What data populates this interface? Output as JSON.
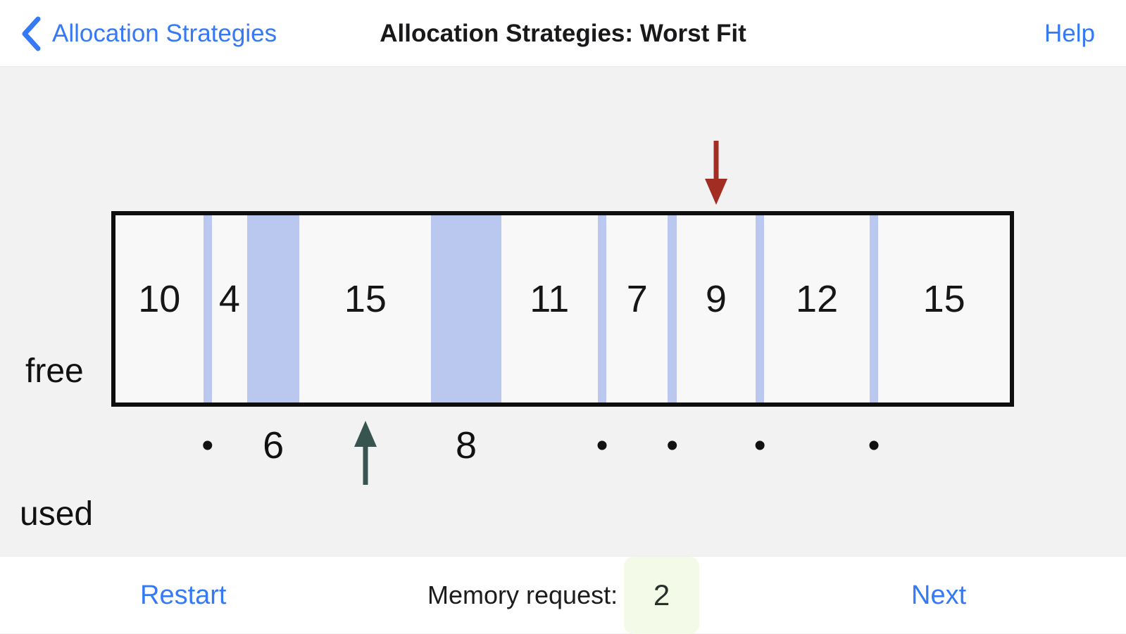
{
  "nav": {
    "back_label": "Allocation Strategies",
    "title": "Allocation Strategies: Worst Fit",
    "help_label": "Help"
  },
  "diagram": {
    "free_row_label": "free",
    "used_row_label": "used",
    "segments": [
      {
        "type": "free",
        "size": 10,
        "label": "10"
      },
      {
        "type": "used",
        "size": 1,
        "label": "•"
      },
      {
        "type": "free",
        "size": 4,
        "label": "4"
      },
      {
        "type": "used",
        "size": 6,
        "label": "6"
      },
      {
        "type": "free",
        "size": 15,
        "label": "15"
      },
      {
        "type": "used",
        "size": 8,
        "label": "8"
      },
      {
        "type": "free",
        "size": 11,
        "label": "11"
      },
      {
        "type": "used",
        "size": 1,
        "label": "•"
      },
      {
        "type": "free",
        "size": 7,
        "label": "7"
      },
      {
        "type": "used",
        "size": 1,
        "label": "•"
      },
      {
        "type": "free",
        "size": 9,
        "label": "9"
      },
      {
        "type": "used",
        "size": 1,
        "label": "•"
      },
      {
        "type": "free",
        "size": 12,
        "label": "12"
      },
      {
        "type": "used",
        "size": 1,
        "label": "•"
      },
      {
        "type": "free",
        "size": 15,
        "label": "15"
      }
    ],
    "arrows": [
      {
        "name": "scan-pointer-arrow",
        "direction": "down",
        "target_index": 10,
        "color": "#a12d23"
      },
      {
        "name": "worst-so-far-arrow",
        "direction": "up",
        "target_index": 4,
        "color": "#38544e"
      }
    ]
  },
  "footer": {
    "restart_label": "Restart",
    "memory_request_label": "Memory request:",
    "memory_request_value": "2",
    "next_label": "Next"
  },
  "colors": {
    "accent_blue": "#3579f6",
    "used_fill": "#bac8f0",
    "down_arrow": "#a12d23",
    "up_arrow": "#38544e",
    "input_bg": "#f3fae7"
  }
}
